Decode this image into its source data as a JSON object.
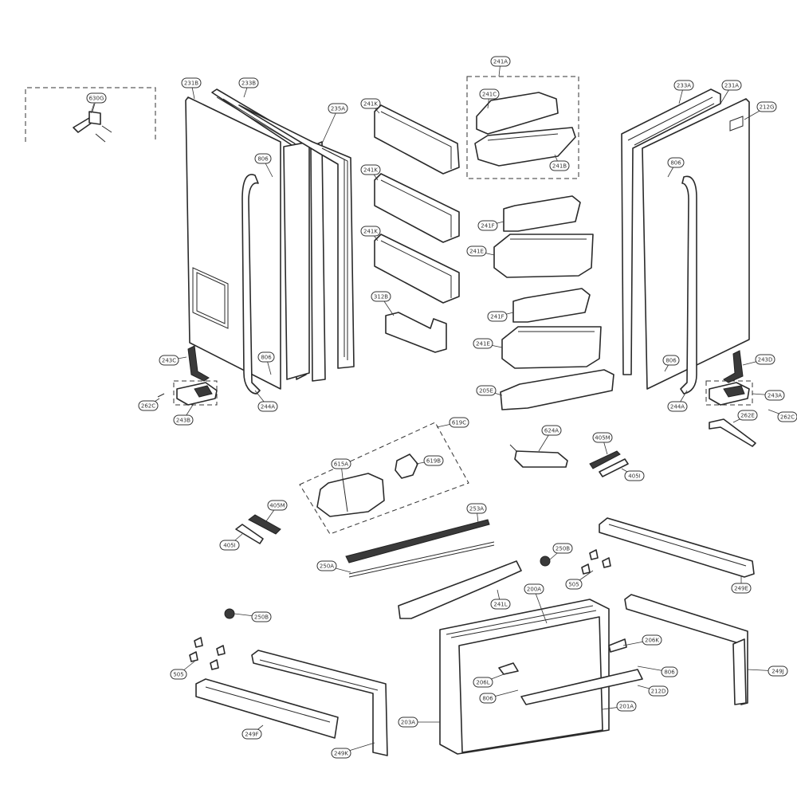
{
  "diagram": {
    "callouts": [
      {
        "id": "c-630g",
        "text": "630G"
      },
      {
        "id": "c-231b",
        "text": "231B"
      },
      {
        "id": "c-233b",
        "text": "233B"
      },
      {
        "id": "c-235a",
        "text": "235A"
      },
      {
        "id": "c-806-l1",
        "text": "806"
      },
      {
        "id": "c-806-l2",
        "text": "806"
      },
      {
        "id": "c-243c",
        "text": "243C"
      },
      {
        "id": "c-262c-l",
        "text": "262C"
      },
      {
        "id": "c-243b",
        "text": "243B"
      },
      {
        "id": "c-244a-l",
        "text": "244A"
      },
      {
        "id": "c-241k-1",
        "text": "241K"
      },
      {
        "id": "c-241k-2",
        "text": "241K"
      },
      {
        "id": "c-241k-3",
        "text": "241K"
      },
      {
        "id": "c-312b",
        "text": "312B"
      },
      {
        "id": "c-241a",
        "text": "241A"
      },
      {
        "id": "c-241c",
        "text": "241C"
      },
      {
        "id": "c-241b",
        "text": "241B"
      },
      {
        "id": "c-241f-1",
        "text": "241F"
      },
      {
        "id": "c-241e-1",
        "text": "241E"
      },
      {
        "id": "c-241f-2",
        "text": "241F"
      },
      {
        "id": "c-241e-2",
        "text": "241E"
      },
      {
        "id": "c-205e",
        "text": "205E"
      },
      {
        "id": "c-233a",
        "text": "233A"
      },
      {
        "id": "c-231a",
        "text": "231A"
      },
      {
        "id": "c-212g",
        "text": "212G"
      },
      {
        "id": "c-806-r1",
        "text": "806"
      },
      {
        "id": "c-806-r2",
        "text": "806"
      },
      {
        "id": "c-243d",
        "text": "243D"
      },
      {
        "id": "c-243a",
        "text": "243A"
      },
      {
        "id": "c-262c-r",
        "text": "262C"
      },
      {
        "id": "c-262e",
        "text": "262E"
      },
      {
        "id": "c-244a-r",
        "text": "244A"
      },
      {
        "id": "c-619c",
        "text": "619C"
      },
      {
        "id": "c-615a",
        "text": "615A"
      },
      {
        "id": "c-619b",
        "text": "619B"
      },
      {
        "id": "c-624a",
        "text": "624A"
      },
      {
        "id": "c-405m-r",
        "text": "405M"
      },
      {
        "id": "c-405i-r",
        "text": "405I"
      },
      {
        "id": "c-405m-l",
        "text": "405M"
      },
      {
        "id": "c-405i-l",
        "text": "405I"
      },
      {
        "id": "c-253a",
        "text": "253A"
      },
      {
        "id": "c-250a",
        "text": "250A"
      },
      {
        "id": "c-250b-r",
        "text": "250B"
      },
      {
        "id": "c-505-r",
        "text": "505"
      },
      {
        "id": "c-249e",
        "text": "249E"
      },
      {
        "id": "c-241l",
        "text": "241L"
      },
      {
        "id": "c-200a",
        "text": "200A"
      },
      {
        "id": "c-250b-l",
        "text": "250B"
      },
      {
        "id": "c-505-l",
        "text": "505"
      },
      {
        "id": "c-206k",
        "text": "206K"
      },
      {
        "id": "c-806-b1",
        "text": "806"
      },
      {
        "id": "c-206l",
        "text": "206L"
      },
      {
        "id": "c-806-b2",
        "text": "806"
      },
      {
        "id": "c-212d",
        "text": "212D"
      },
      {
        "id": "c-201a",
        "text": "201A"
      },
      {
        "id": "c-203a",
        "text": "203A"
      },
      {
        "id": "c-249j",
        "text": "249J"
      },
      {
        "id": "c-249f",
        "text": "249F"
      },
      {
        "id": "c-249k",
        "text": "249K"
      }
    ]
  }
}
